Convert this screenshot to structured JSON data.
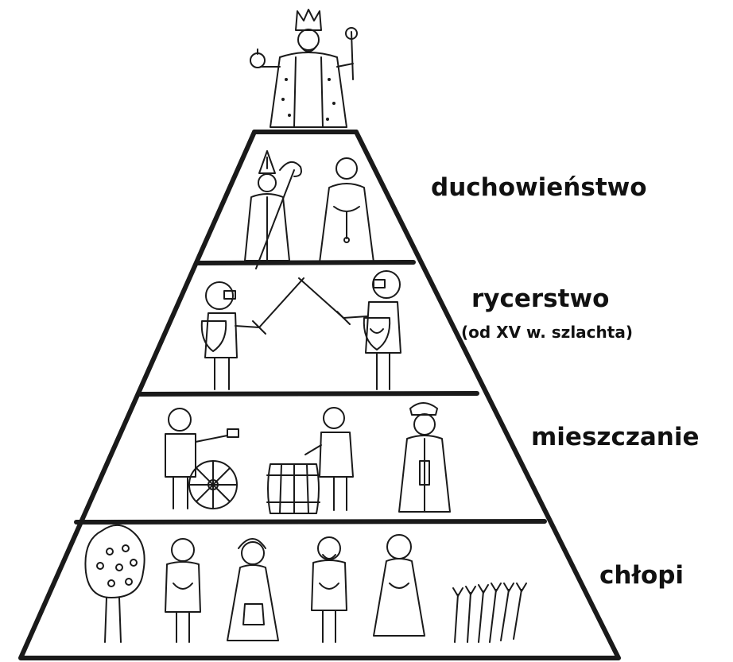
{
  "tiers": [
    {
      "key": "clergy",
      "label": "duchowieństwo"
    },
    {
      "key": "knights",
      "label": "rycerstwo",
      "note": "(od XV w. szlachta)"
    },
    {
      "key": "burghers",
      "label": "mieszczanie"
    },
    {
      "key": "peasants",
      "label": "chłopi"
    }
  ],
  "icons": [
    "king-icon",
    "bishop-icon",
    "monk-icon",
    "knight-left-icon",
    "knight-right-icon",
    "craftsman-wheel-icon",
    "cooper-barrel-icon",
    "merchant-icon",
    "tree-icon",
    "peasant-man-icon",
    "peasant-woman-icon",
    "grain-icon"
  ]
}
